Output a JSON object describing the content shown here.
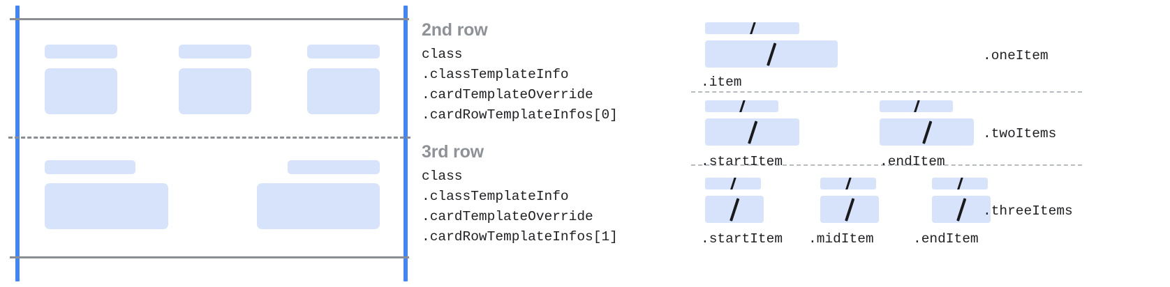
{
  "colors": {
    "guide_rail": "#4285f4",
    "boundary_line": "#8a8d91",
    "placeholder_fill": "#d7e3fb",
    "heading_text": "#8e9297",
    "mono_text": "#202124",
    "background": "#ffffff"
  },
  "left_panel": {
    "name": "card-row-wireframe",
    "row2": {
      "columns": 3,
      "placeholders": [
        {
          "label_bar": true,
          "content_bar": true
        },
        {
          "label_bar": true,
          "content_bar": true
        },
        {
          "label_bar": true,
          "content_bar": true
        }
      ]
    },
    "row3": {
      "columns": 2,
      "placeholders": [
        {
          "label_bar": true,
          "content_bar": true
        },
        {
          "label_bar": true,
          "content_bar": true
        }
      ]
    }
  },
  "annotations": [
    {
      "id": "row2",
      "title": "2nd row",
      "path_lines": [
        "class",
        ".classTemplateInfo",
        ".cardTemplateOverride",
        ".cardRowTemplateInfos[0]"
      ]
    },
    {
      "id": "row3",
      "title": "3rd row",
      "path_lines": [
        "class",
        ".classTemplateInfo",
        ".cardTemplateOverride",
        ".cardRowTemplateInfos[1]"
      ]
    }
  ],
  "right_panel": {
    "name": "row-layout-variants",
    "variants": [
      {
        "variant_label": ".oneItem",
        "slots": [
          {
            "item_label": ".item"
          }
        ]
      },
      {
        "variant_label": ".twoItems",
        "slots": [
          {
            "item_label": ".startItem"
          },
          {
            "item_label": ".endItem"
          }
        ]
      },
      {
        "variant_label": ".threeItems",
        "slots": [
          {
            "item_label": ".startItem"
          },
          {
            "item_label": ".midItem"
          },
          {
            "item_label": ".endItem"
          }
        ]
      }
    ]
  }
}
